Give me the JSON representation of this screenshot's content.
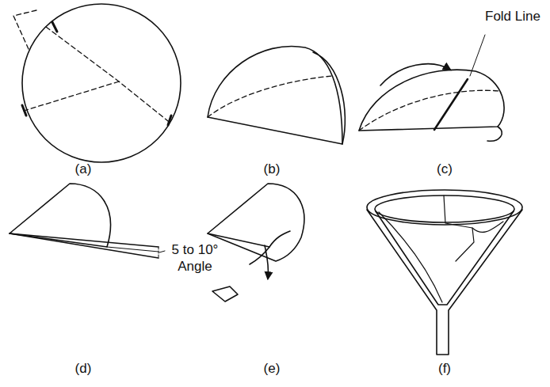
{
  "diagram": {
    "labels": [
      "Fold Line",
      "(a)",
      "(b)",
      "(c)",
      "5 to 10° Angle",
      "(d)",
      "(e)",
      "(f)"
    ]
  }
}
